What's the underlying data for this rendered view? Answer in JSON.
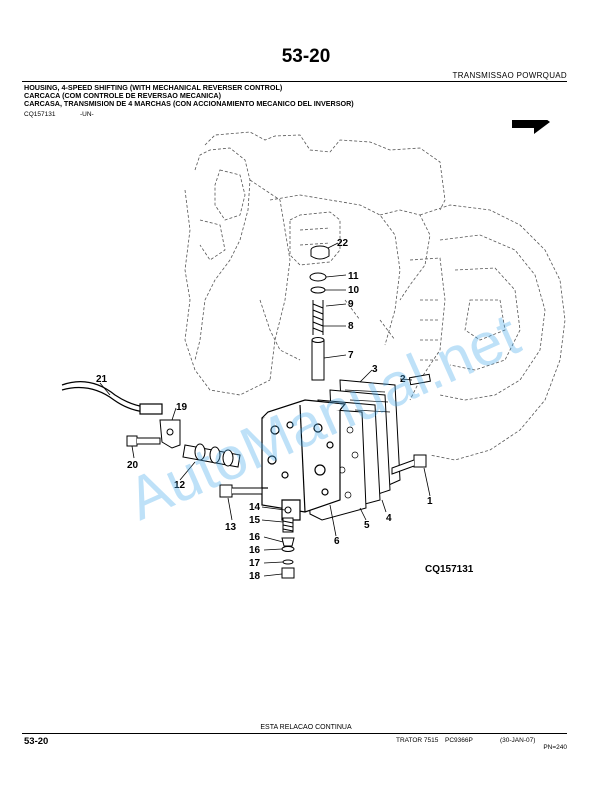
{
  "header": {
    "page_number": "53-20",
    "section_name": "TRANSMISSAO POWRQUAD"
  },
  "titles": {
    "english": "HOUSING, 4-SPEED SHIFTING (WITH MECHANICAL REVERSER CONTROL)",
    "portuguese": "CARCACA (COM CONTROLE DE REVERSAO MECANICA)",
    "spanish": "CARCASA, TRANSMISION DE 4 MARCHAS (CON ACCIONAMIENTO MECANICO DEL INVERSOR)"
  },
  "reference": {
    "code": "CQ157131",
    "qualifier": "-UN-"
  },
  "diagram": {
    "figure_id": "CQ157131",
    "watermark": "AutoManual.net",
    "callouts": {
      "c1": "1",
      "c2": "2",
      "c3": "3",
      "c4": "4",
      "c5": "5",
      "c6": "6",
      "c7": "7",
      "c8": "8",
      "c9": "9",
      "c10": "10",
      "c11": "11",
      "c12": "12",
      "c13": "13",
      "c14": "14",
      "c15": "15",
      "c16a": "16",
      "c16b": "16",
      "c17": "17",
      "c18": "18",
      "c19": "19",
      "c20": "20",
      "c21": "21",
      "c22": "22"
    }
  },
  "footer": {
    "continue_text": "ESTA RELACAO CONTINUA",
    "page_number": "53-20",
    "model": "TRATOR 7515",
    "catalog": "PC9366P",
    "date": "(30-JAN-07)",
    "pn": "PN=240"
  }
}
